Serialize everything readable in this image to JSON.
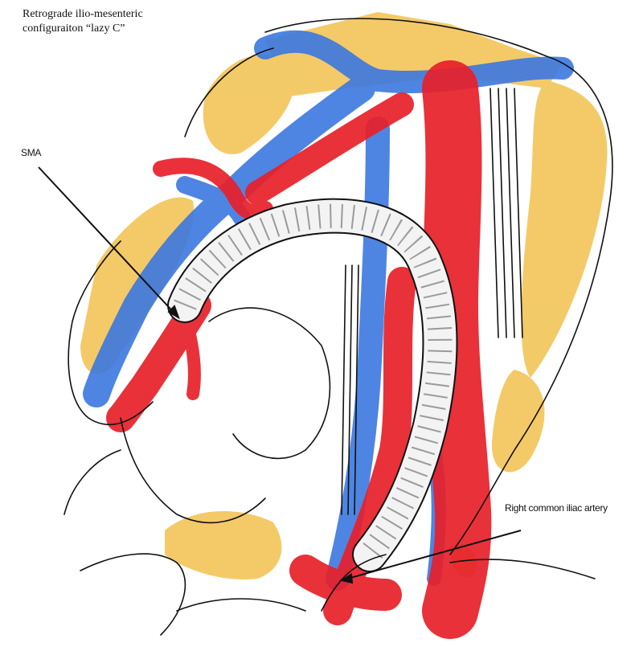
{
  "title": {
    "line1": "Retrograde ilio-mesenteric",
    "line2": "configuraiton “lazy C”"
  },
  "labels": {
    "sma": "SMA",
    "right_common_iliac": "Right common iliac artery"
  },
  "colors": {
    "fat": "#f2c14e",
    "vein": "#3b78e0",
    "artery": "#e8202a",
    "graft": "#f3f3f3",
    "ink": "#111111"
  }
}
